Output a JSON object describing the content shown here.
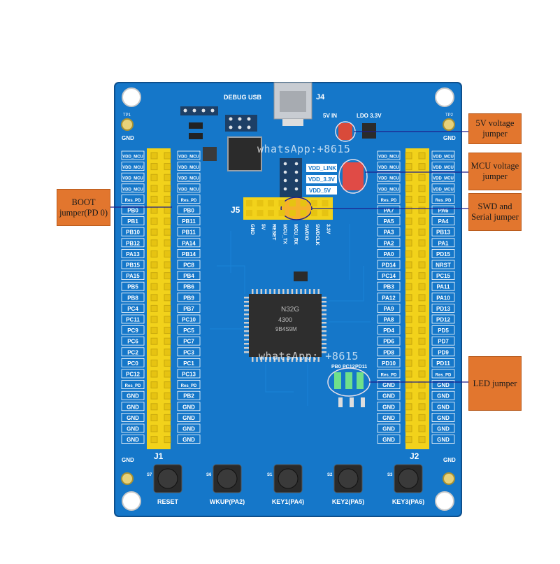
{
  "board": {
    "colors": {
      "pcb": "#1577c9",
      "pcb_dark": "#0f5da3",
      "header": "#f2d21b",
      "silk": "#ffffff",
      "chip": "#2b2b2b"
    },
    "debug_label": "DEBUG USB",
    "j4_label": "J4",
    "power_labels": [
      "5V IN",
      "LDO 3.3V"
    ],
    "vdd_labels": [
      "VDD_LINK",
      "VDD_3.3V",
      "VDD_5V"
    ],
    "j5_label": "J5",
    "j5_pins": [
      "GND",
      "5V",
      "RESET",
      "MCU_TX",
      "MCU_RX",
      "SWDIO",
      "SWDCLK",
      "3.3V"
    ],
    "j1_label": "J1",
    "j2_label": "J2",
    "gnd_label": "GND",
    "tp_labels": [
      "TP1",
      "TP2"
    ],
    "left_pins": [
      "VDD_MCU",
      "VDD_MCU",
      "VDD_MCU",
      "VDD_MCU",
      "Res_PD",
      "PB0",
      "PB1",
      "PB10",
      "PB12",
      "PA13",
      "PB15",
      "PA15",
      "PB5",
      "PB8",
      "PC4",
      "PC11",
      "PC9",
      "PC6",
      "PC2",
      "PC0",
      "PC12",
      "Res_PD",
      "GND",
      "GND",
      "GND",
      "GND",
      "GND"
    ],
    "left_pins2": [
      "VDD_MCU",
      "VDD_MCU",
      "VDD_MCU",
      "VDD_MCU",
      "Res_PD",
      "PB0",
      "PB11",
      "PB11",
      "PA14",
      "PB14",
      "PC8",
      "PB4",
      "PB6",
      "PB9",
      "PB7",
      "PC10",
      "PC5",
      "PC7",
      "PC3",
      "PC1",
      "PC13",
      "Res_PD",
      "PB2",
      "GND",
      "GND",
      "GND",
      "GND"
    ],
    "right_pins": [
      "VDD_MCU",
      "VDD_MCU",
      "VDD_MCU",
      "VDD_MCU",
      "Res_PD",
      "PA7",
      "PA5",
      "PA3",
      "PA2",
      "PA0",
      "PD14",
      "PC14",
      "PB3",
      "PA12",
      "PA9",
      "PA8",
      "PD4",
      "PD6",
      "PD8",
      "PD10",
      "Res_PD",
      "GND",
      "GND",
      "GND",
      "GND",
      "GND",
      "GND"
    ],
    "right_pins2": [
      "VDD_MCU",
      "VDD_MCU",
      "VDD_MCU",
      "VDD_MCU",
      "Res_PD",
      "PA6",
      "PA4",
      "PB13",
      "PA1",
      "PD15",
      "NRST",
      "PC15",
      "PA11",
      "PA10",
      "PD13",
      "PD12",
      "PD5",
      "PD7",
      "PD9",
      "PD11",
      "Res_PD",
      "GND",
      "GND",
      "GND",
      "GND",
      "GND",
      "GND"
    ],
    "led_labels": [
      "PB0",
      "PC12",
      "PD11"
    ],
    "chip_text": [
      "N32G",
      "4300",
      "9B4S9M"
    ],
    "buttons": [
      {
        "id": "S7",
        "label": "RESET"
      },
      {
        "id": "S6",
        "label": "WKUP(PA2)"
      },
      {
        "id": "S1",
        "label": "KEY1(PA4)"
      },
      {
        "id": "S2",
        "label": "KEY2(PA5)"
      },
      {
        "id": "S3",
        "label": "KEY3(PA6)"
      }
    ]
  },
  "callouts": {
    "boot": "BOOT jumper(PD 0)",
    "v5": "5V voltage jumper",
    "mcu": "MCU voltage jumper",
    "swd": "SWD and Serial jumper",
    "led": "LED jumper"
  },
  "watermarks": [
    "whatsApp:+8615",
    "whatsApp: +8615"
  ]
}
